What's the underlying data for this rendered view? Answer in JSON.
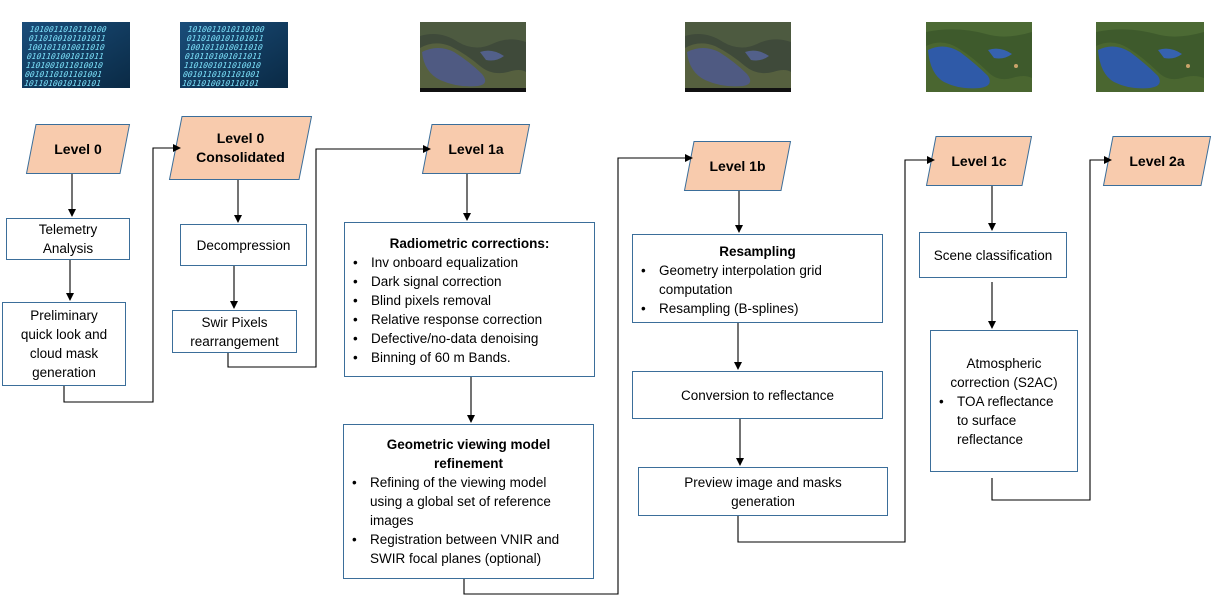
{
  "levels": {
    "l0": "Level 0",
    "l0c_line1": "Level 0",
    "l0c_line2": "Consolidated",
    "l1a": "Level 1a",
    "l1b": "Level 1b",
    "l1c": "Level 1c",
    "l2a": "Level 2a"
  },
  "boxes": {
    "telemetry_line1": "Telemetry",
    "telemetry_line2": "Analysis",
    "preliminary": [
      "Preliminary",
      "quick look and",
      "cloud mask",
      "generation"
    ],
    "decompression": "Decompression",
    "swir_line1": "Swir Pixels",
    "swir_line2": "rearrangement",
    "radiometric": {
      "title": "Radiometric corrections:",
      "items": [
        "Inv onboard equalization",
        "Dark signal correction",
        "Blind pixels removal",
        "Relative response correction",
        "Defective/no-data denoising",
        "Binning of 60 m Bands."
      ]
    },
    "geometric": {
      "title_line1": "Geometric viewing model",
      "title_line2": "refinement",
      "item1": [
        "Refining of the viewing model",
        "using a global set of reference",
        "images"
      ],
      "item2": [
        "Registration between VNIR and",
        "SWIR focal planes (optional)"
      ]
    },
    "resampling": {
      "title": "Resampling",
      "item1": [
        "Geometry interpolation grid",
        "computation"
      ],
      "item2": "Resampling (B-splines)"
    },
    "conversion": "Conversion to reflectance",
    "preview_line1": "Preview image and masks",
    "preview_line2": "generation",
    "scene": "Scene classification",
    "atmospheric": {
      "line1": "Atmospheric",
      "line2": "correction (S2AC)",
      "item": [
        "TOA reflectance",
        "to surface",
        "reflectance"
      ]
    }
  },
  "icons": {
    "binary": "binary-data-thumbnail",
    "satellite": "satellite-image-thumbnail"
  },
  "colors": {
    "level_fill": "#f8cbad",
    "level_stroke": "#3b6e9a",
    "box_border": "#3b6e9a",
    "arrow": "#000000"
  }
}
